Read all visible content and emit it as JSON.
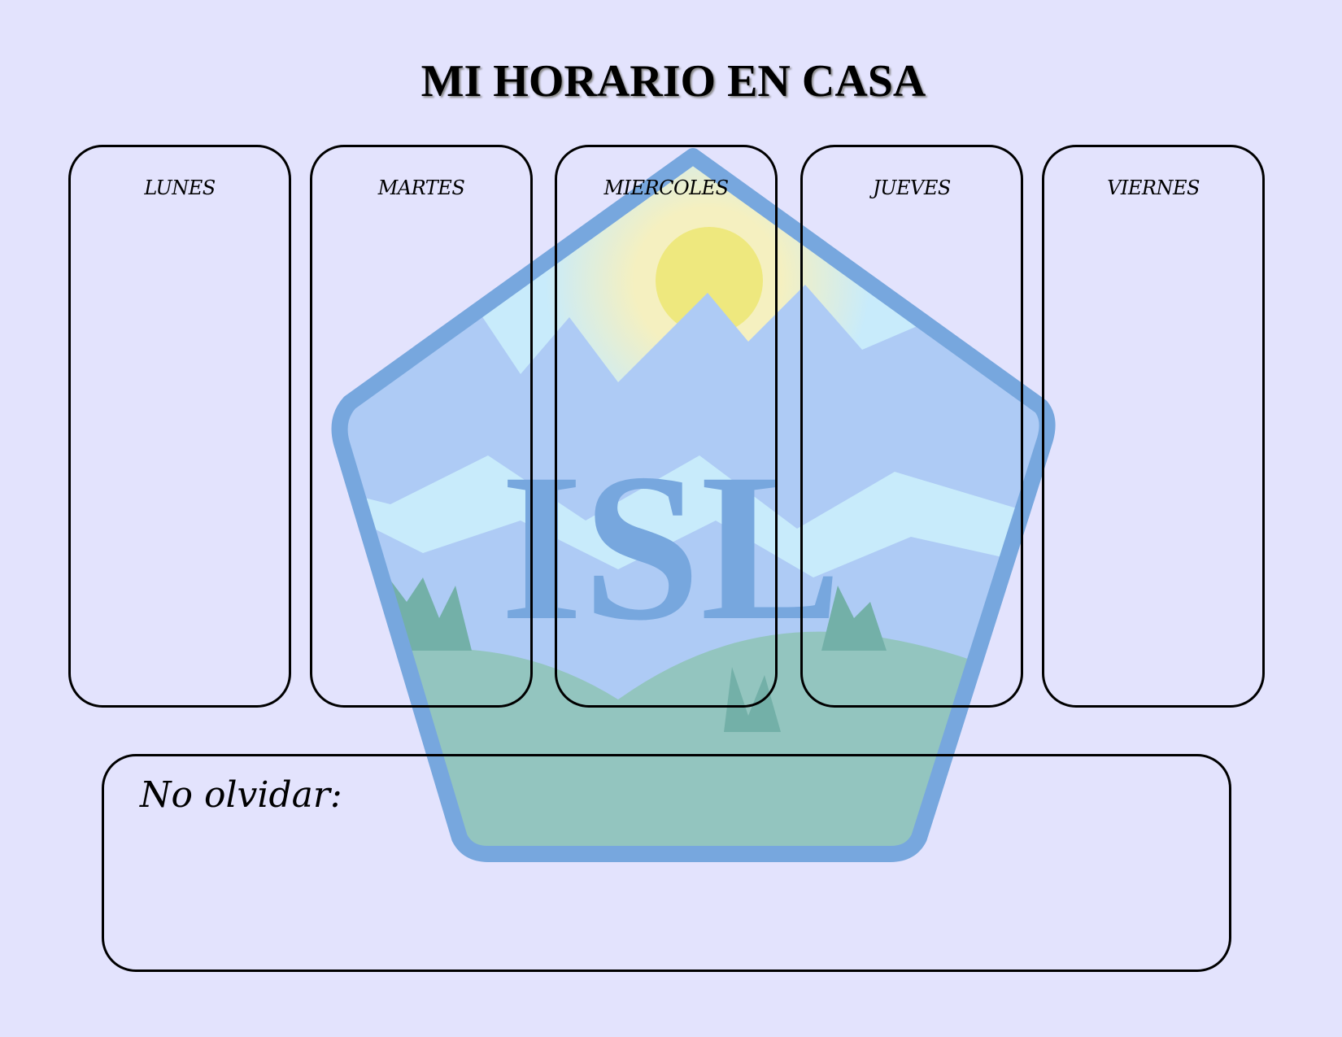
{
  "title": "MI HORARIO EN CASA",
  "days": [
    "LUNES",
    "MARTES",
    "MIERCOLES",
    "JUEVES",
    "VIERNES"
  ],
  "notes_label": "No olvidar:",
  "logo": {
    "text": "ISL"
  },
  "colors": {
    "background": "#e3e3fd",
    "logo_border": "#77a7de",
    "sun": "#eee87e",
    "grass": "#93c5bf"
  }
}
